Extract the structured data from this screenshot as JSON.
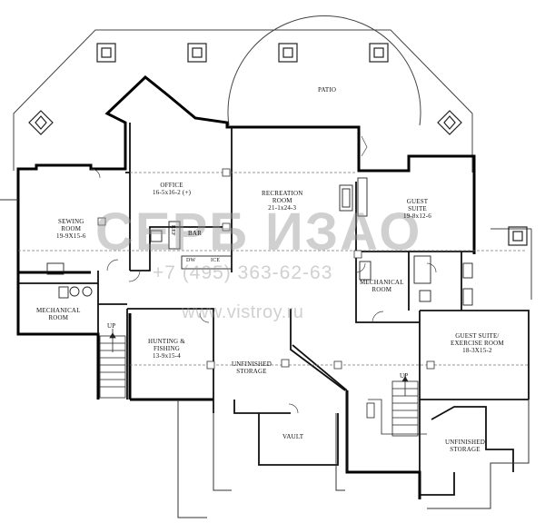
{
  "rooms": {
    "patio": {
      "name": "PATIO"
    },
    "office": {
      "name": "OFFICE",
      "dims": "16-5x16-2 (+)"
    },
    "recreation": {
      "name": "RECREATION",
      "name2": "ROOM",
      "dims": "21-1x24-3"
    },
    "sewing": {
      "name": "SEWING",
      "name2": "ROOM",
      "dims": "19-9X15-6"
    },
    "guest_suite": {
      "name": "GUEST",
      "name2": "SUITE",
      "dims": "19-8x12-6"
    },
    "bar": {
      "name": "BAR"
    },
    "ref": {
      "name": "REF"
    },
    "dw": {
      "name": "DW"
    },
    "ice": {
      "name": "ICE"
    },
    "mech_left": {
      "name": "MECHANICAL",
      "name2": "ROOM"
    },
    "mech_right": {
      "name": "MECHANICAL",
      "name2": "ROOM"
    },
    "hunting": {
      "name": "HUNTING &",
      "name2": "FISHING",
      "dims": "13-9x15-4"
    },
    "unfinished_1": {
      "name": "UNFINISHED",
      "name2": "STORAGE"
    },
    "guest_exercise": {
      "name": "GUEST SUITE/",
      "name2": "EXERCISE ROOM",
      "dims": "18-3X15-2"
    },
    "vault": {
      "name": "VAULT"
    },
    "unfinished_2": {
      "name": "UNFINISHED",
      "name2": "STORAGE"
    },
    "up_left": {
      "name": "UP"
    },
    "up_right": {
      "name": "UP"
    }
  },
  "watermark": {
    "logo": "СЕРБ ИЗАО",
    "phone": "+7 (495) 363-62-63",
    "site": "www.vistroy.ru"
  }
}
